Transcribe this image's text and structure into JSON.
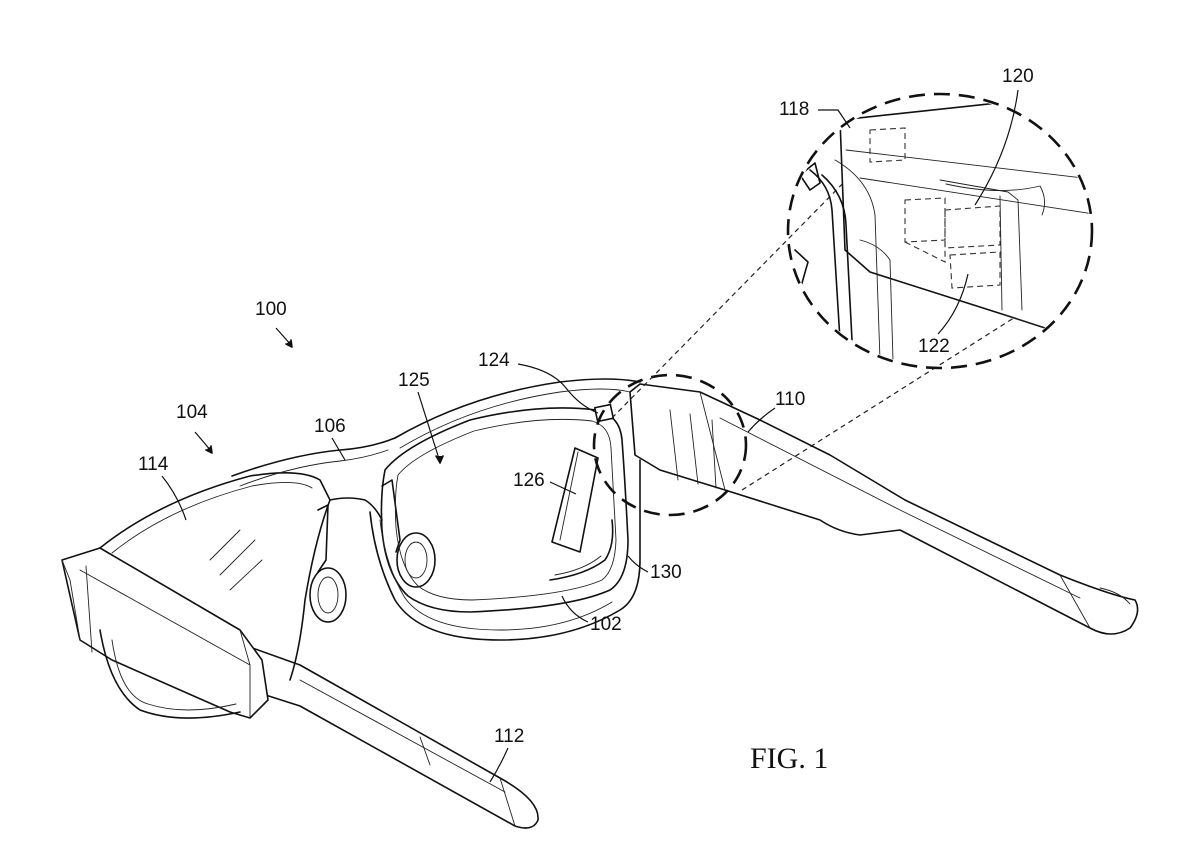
{
  "figure": {
    "caption": "FIG. 1",
    "reference_labels": {
      "r100": "100",
      "r102": "102",
      "r104": "104",
      "r106": "106",
      "r110": "110",
      "r112": "112",
      "r114": "114",
      "r118": "118",
      "r120": "120",
      "r122": "122",
      "r124": "124",
      "r125": "125",
      "r126": "126",
      "r130": "130"
    }
  }
}
